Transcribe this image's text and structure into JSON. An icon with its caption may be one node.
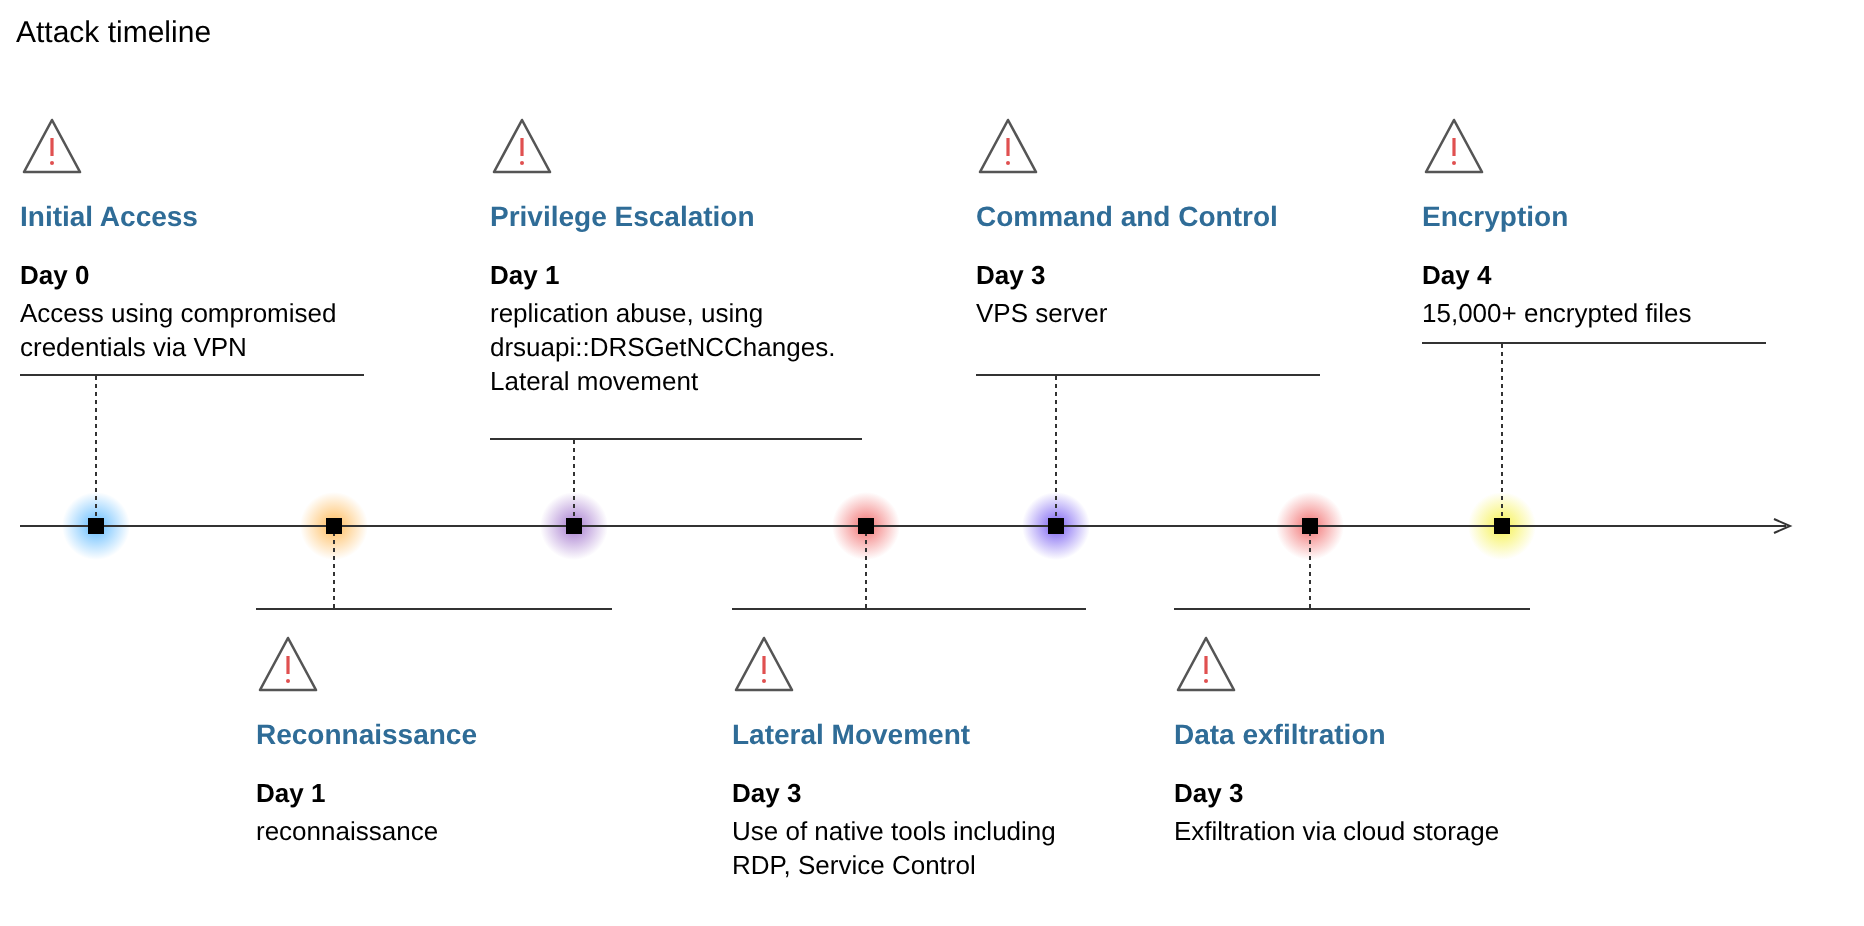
{
  "diagram": {
    "title": "Attack timeline",
    "nodes": [
      {
        "text": [
          "Initial Access",
          "Day 0",
          "Access using compromised credentials via VPN"
        ]
      },
      {
        "text": [
          "Privilege Escalation",
          "Day 1",
          "replication abuse, using drsuapi::DRSGetNCChanges. Lateral movement"
        ]
      },
      {
        "text": [
          "Command and Control",
          "Day 3",
          "VPS server"
        ]
      },
      {
        "text": [
          "Encryption",
          "Day 4",
          "15,000+ encrypted files"
        ]
      },
      {
        "text": [
          "Reconnaissance",
          "Day 1",
          "reconnaissance"
        ]
      },
      {
        "text": [
          "Lateral Movement",
          "Day 3",
          "Use of native tools including RDP, Service Control"
        ]
      },
      {
        "text": [
          "Data exfiltration",
          "Day 3",
          "Exfiltration via cloud storage"
        ]
      },
      {
        "text": [],
        "shape": "box"
      },
      {
        "text": [],
        "shape": "box"
      },
      {
        "text": [],
        "shape": "box"
      },
      {
        "text": [],
        "shape": "box"
      },
      {
        "text": [],
        "shape": "box"
      },
      {
        "text": [],
        "shape": "box"
      },
      {
        "text": [],
        "shape": "box"
      }
    ],
    "edges": [
      {
        "from": 0,
        "to": 7,
        "arrow": "none",
        "style": "dashed"
      },
      {
        "from": 4,
        "to": 8,
        "arrow": "none",
        "style": "dashed"
      },
      {
        "from": 1,
        "to": 9,
        "arrow": "none",
        "style": "dashed"
      },
      {
        "from": 5,
        "to": 10,
        "arrow": "none",
        "style": "dashed"
      },
      {
        "from": 2,
        "to": 11,
        "arrow": "none",
        "style": "dashed"
      },
      {
        "from": 6,
        "to": 12,
        "arrow": "none",
        "style": "dashed"
      },
      {
        "from": 3,
        "to": 13,
        "arrow": "none",
        "style": "dashed"
      }
    ]
  }
}
